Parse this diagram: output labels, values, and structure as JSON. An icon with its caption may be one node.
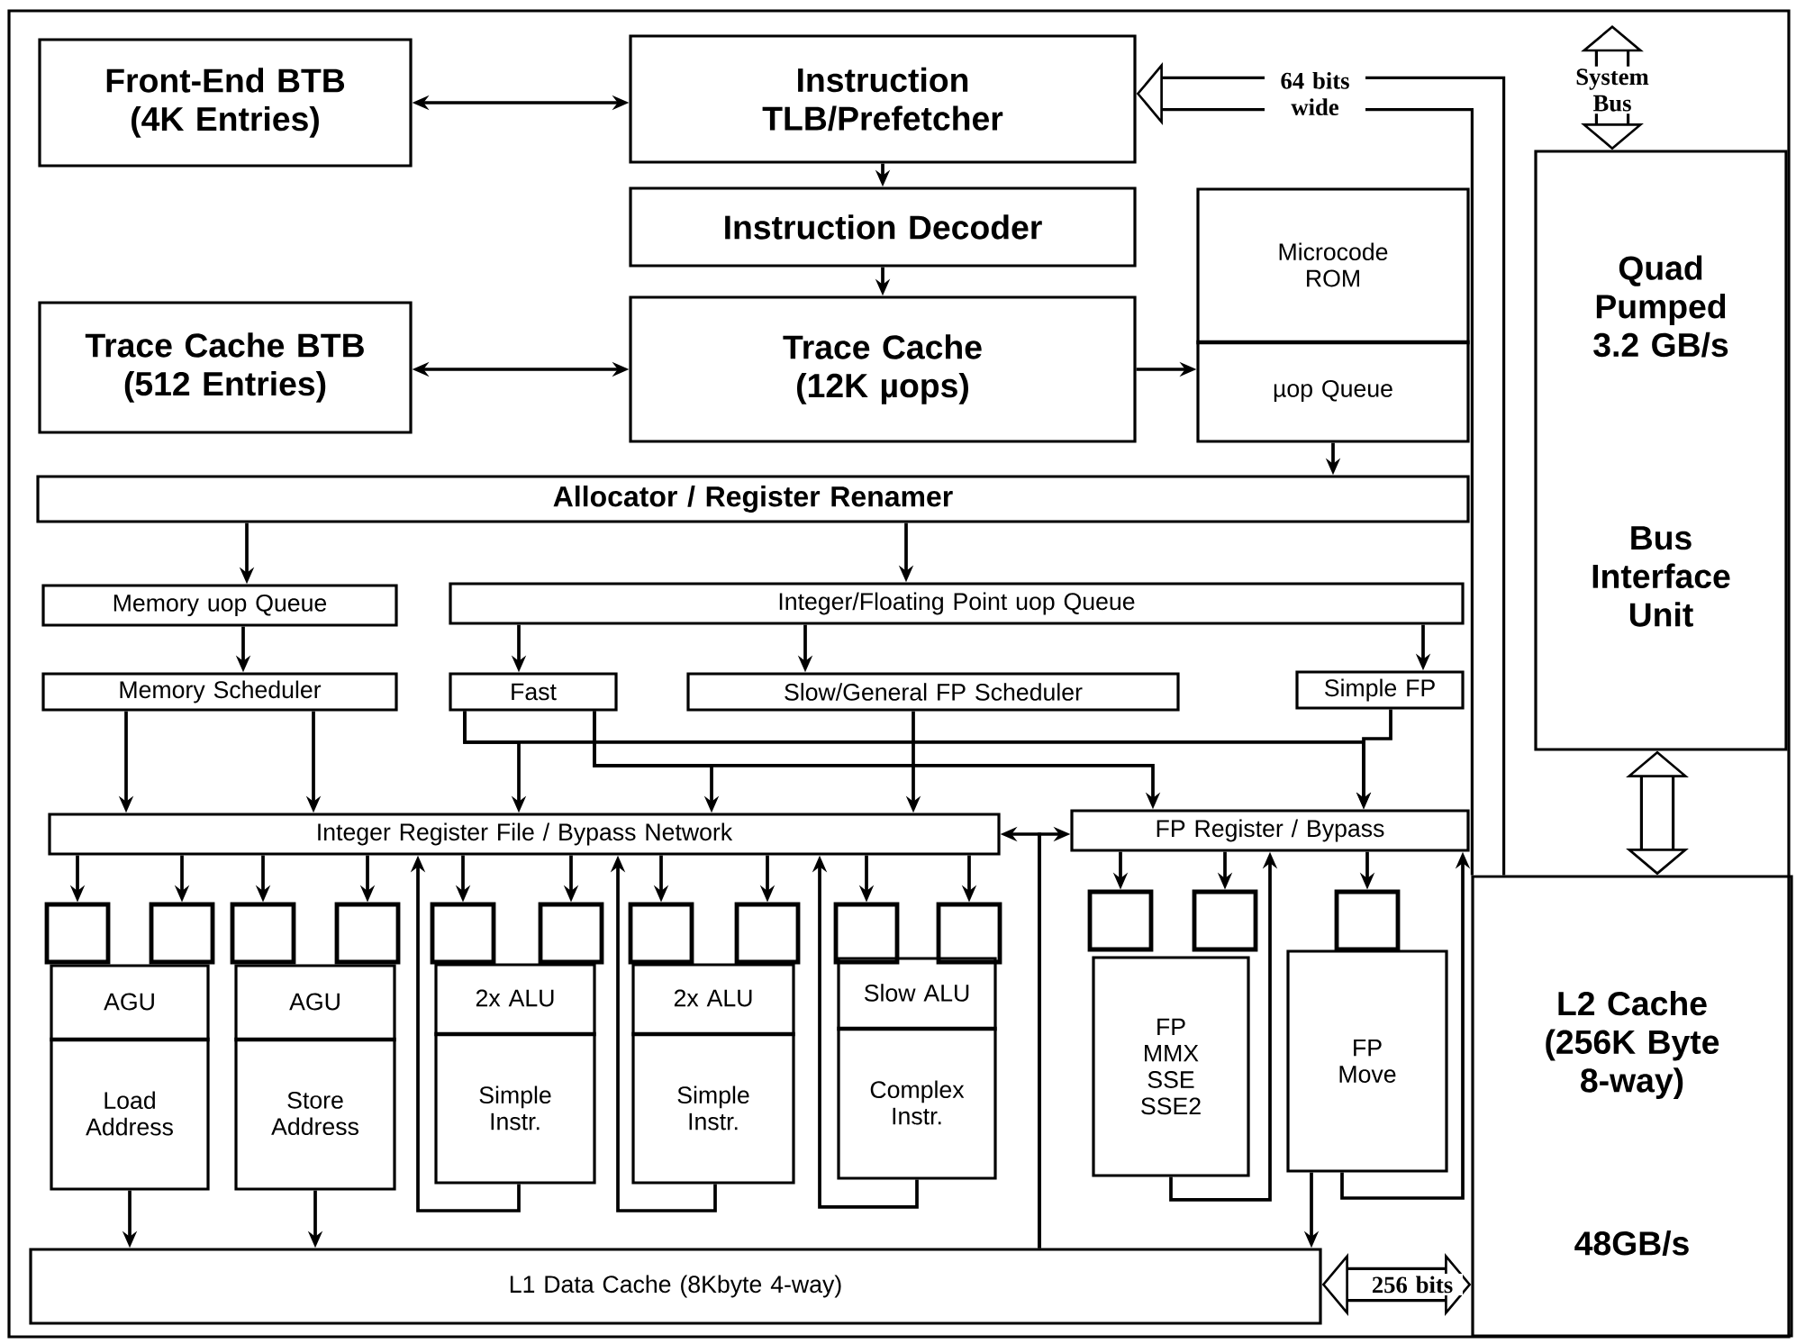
{
  "diagram": {
    "nodes": [
      {
        "text": [
          "Front-End BTB (4K Entries)"
        ]
      },
      {
        "text": [
          "Instruction TLB/Prefetcher"
        ]
      },
      {
        "text": [
          "Instruction Decoder"
        ]
      },
      {
        "text": [
          "Trace Cache BTB (512 Entries)"
        ]
      },
      {
        "text": [
          "Trace Cache (12K µops)"
        ]
      },
      {
        "text": [
          "Microcode ROM",
          "µop Queue"
        ]
      },
      {
        "text": [
          "Allocator / Register Renamer"
        ]
      },
      {
        "text": [
          "Memory uop Queue"
        ]
      },
      {
        "text": [
          "Integer/Floating Point uop Queue"
        ]
      },
      {
        "text": [
          "Memory Scheduler"
        ]
      },
      {
        "text": [
          "Fast"
        ]
      },
      {
        "text": [
          "Slow/General FP Scheduler"
        ]
      },
      {
        "text": [
          "Simple FP"
        ]
      },
      {
        "text": [
          "Integer Register File / Bypass Network"
        ]
      },
      {
        "text": [
          "FP Register / Bypass"
        ]
      },
      {
        "text": [],
        "shape": "box"
      },
      {
        "text": [],
        "shape": "box"
      },
      {
        "text": [],
        "shape": "box"
      },
      {
        "text": [],
        "shape": "box"
      },
      {
        "text": [],
        "shape": "box"
      },
      {
        "text": [],
        "shape": "box"
      },
      {
        "text": [],
        "shape": "box"
      },
      {
        "text": [],
        "shape": "box"
      },
      {
        "text": [],
        "shape": "box"
      },
      {
        "text": [],
        "shape": "box"
      },
      {
        "text": [],
        "shape": "box"
      },
      {
        "text": [],
        "shape": "box"
      },
      {
        "text": [],
        "shape": "box"
      },
      {
        "text": [
          "AGU",
          "Load Address"
        ]
      },
      {
        "text": [
          "AGU",
          "Store Address"
        ]
      },
      {
        "text": [
          "2x ALU",
          "Simple Instr."
        ]
      },
      {
        "text": [
          "2x ALU",
          "Simple Instr."
        ]
      },
      {
        "text": [
          "Slow ALU",
          "Complex Instr."
        ]
      },
      {
        "text": [
          "FP MMX SSE SSE2"
        ]
      },
      {
        "text": [
          "FP Move"
        ]
      },
      {
        "text": [
          "L1 Data Cache (8Kbyte 4-way)"
        ]
      },
      {
        "text": [
          "Quad Pumped 3.2 GB/s",
          "Bus Interface Unit"
        ]
      },
      {
        "text": [
          "L2 Cache (256K Byte 8-way)",
          "48GB/s"
        ]
      }
    ],
    "edges": [
      {
        "from": 0,
        "to": 1,
        "arrow": "both"
      },
      {
        "from": 1,
        "to": 2,
        "arrow": "to"
      },
      {
        "from": 2,
        "to": 4,
        "arrow": "to"
      },
      {
        "from": 3,
        "to": 4,
        "arrow": "both"
      },
      {
        "from": 4,
        "to": 5,
        "arrow": "to"
      },
      {
        "from": 5,
        "to": 6,
        "arrow": "to"
      },
      {
        "from": 6,
        "to": 7,
        "arrow": "to"
      },
      {
        "from": 6,
        "to": 8,
        "arrow": "to"
      },
      {
        "from": 7,
        "to": 9,
        "arrow": "to"
      },
      {
        "from": 8,
        "to": 10,
        "arrow": "to"
      },
      {
        "from": 8,
        "to": 11,
        "arrow": "to"
      },
      {
        "from": 8,
        "to": 12,
        "arrow": "to"
      },
      {
        "from": 9,
        "to": 13,
        "arrow": "to"
      },
      {
        "from": 9,
        "to": 13,
        "arrow": "to"
      },
      {
        "from": 10,
        "to": 13,
        "arrow": "to"
      },
      {
        "from": 10,
        "to": 14,
        "arrow": "to"
      },
      {
        "from": 10,
        "to": 13,
        "arrow": "to"
      },
      {
        "from": 10,
        "to": 14,
        "arrow": "to"
      },
      {
        "from": 11,
        "to": 13,
        "arrow": "to"
      },
      {
        "from": 12,
        "to": 14,
        "arrow": "to"
      },
      {
        "from": 35,
        "to": 13,
        "arrow": "to"
      },
      {
        "from": 35,
        "to": 14,
        "arrow": "to"
      },
      {
        "from": 13,
        "to": 15,
        "arrow": "to"
      },
      {
        "from": 13,
        "to": 16,
        "arrow": "to"
      },
      {
        "from": 13,
        "to": 17,
        "arrow": "to"
      },
      {
        "from": 13,
        "to": 18,
        "arrow": "to"
      },
      {
        "from": 13,
        "to": 19,
        "arrow": "to"
      },
      {
        "from": 13,
        "to": 20,
        "arrow": "to"
      },
      {
        "from": 13,
        "to": 21,
        "arrow": "to"
      },
      {
        "from": 13,
        "to": 22,
        "arrow": "to"
      },
      {
        "from": 13,
        "to": 23,
        "arrow": "to"
      },
      {
        "from": 13,
        "to": 24,
        "arrow": "to"
      },
      {
        "from": 14,
        "to": 25,
        "arrow": "to"
      },
      {
        "from": 14,
        "to": 26,
        "arrow": "to"
      },
      {
        "from": 14,
        "to": 27,
        "arrow": "to"
      },
      {
        "from": 28,
        "to": 35,
        "arrow": "to"
      },
      {
        "from": 29,
        "to": 35,
        "arrow": "to"
      },
      {
        "from": 30,
        "to": 13,
        "arrow": "to"
      },
      {
        "from": 31,
        "to": 13,
        "arrow": "to"
      },
      {
        "from": 32,
        "to": 13,
        "arrow": "to"
      },
      {
        "from": 33,
        "to": 14,
        "arrow": "to"
      },
      {
        "from": 34,
        "to": 35,
        "arrow": "to"
      },
      {
        "from": 34,
        "to": 14,
        "arrow": "to"
      },
      {
        "from": 35,
        "to": 37,
        "arrow": "both",
        "style": "thick",
        "label": "256 bits"
      },
      {
        "from": 36,
        "to": 37,
        "arrow": "both",
        "style": "thick"
      },
      {
        "from": null,
        "to": 36,
        "arrow": "both",
        "style": "thick",
        "label": "System Bus"
      },
      {
        "from": 37,
        "to": 1,
        "arrow": "to",
        "style": "thick",
        "label": "64 bits wide"
      }
    ]
  }
}
